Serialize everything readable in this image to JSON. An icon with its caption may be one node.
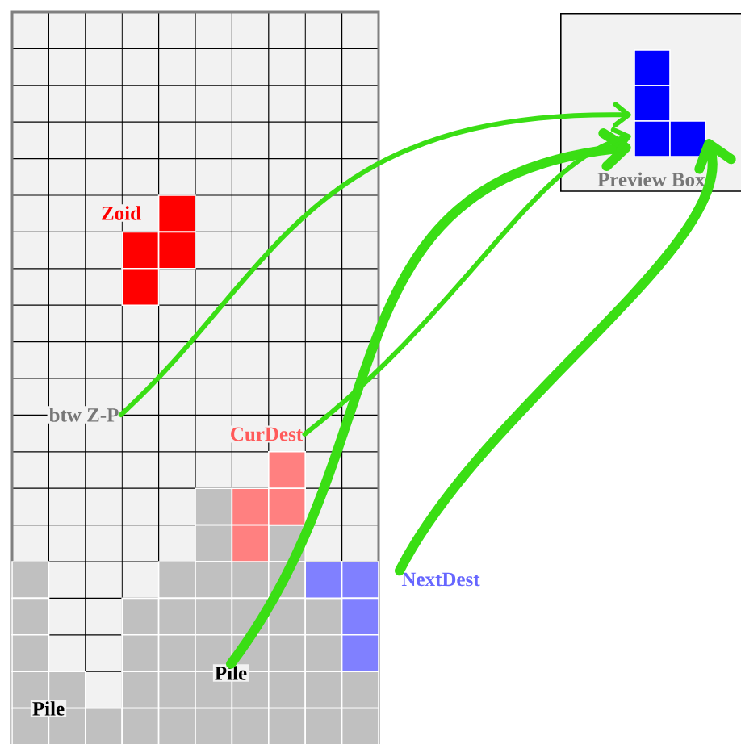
{
  "diagram": {
    "nodes": [
      {
        "text": [
          "Preview Box"
        ]
      },
      {
        "text": [],
        "shape": "box",
        "in": 0
      },
      {
        "text": [
          "Zoid"
        ]
      },
      {
        "text": [
          "btw Z-P"
        ]
      },
      {
        "text": [
          "CurDest"
        ]
      },
      {
        "text": [
          "NextDest"
        ]
      },
      {
        "text": [
          "Pile"
        ]
      },
      {
        "text": [
          "Pile"
        ]
      }
    ],
    "edges": [
      {
        "from": 3,
        "to": 1,
        "arrow": "to"
      },
      {
        "from": 6,
        "to": 1,
        "arrow": "to",
        "style": "thick"
      },
      {
        "from": 4,
        "to": 1,
        "arrow": "to"
      },
      {
        "from": 5,
        "to": 1,
        "arrow": "to",
        "style": "thick"
      }
    ]
  }
}
